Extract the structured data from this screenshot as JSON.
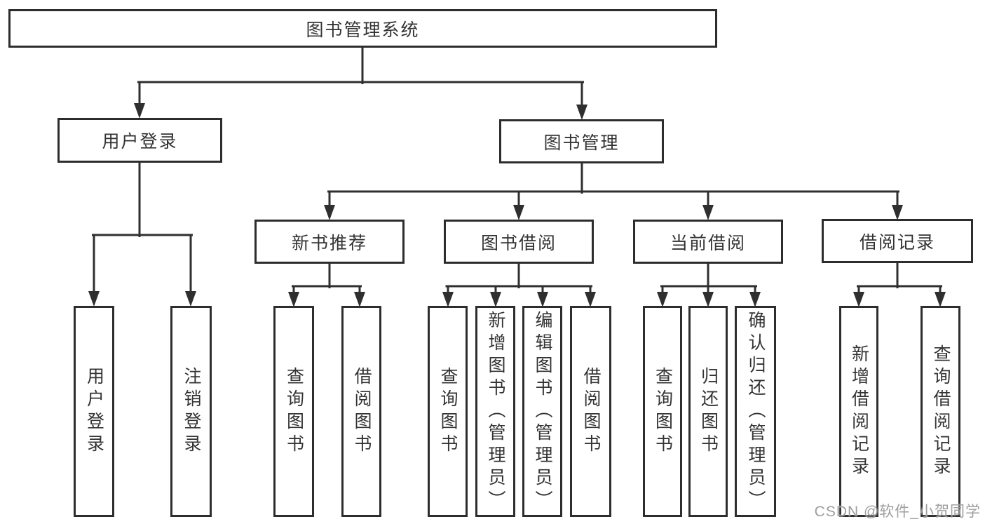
{
  "diagram_type": "hierarchy",
  "colors": {
    "line": "#2f2f2f",
    "box_border": "#2d2d2d",
    "box_background": "#ffffff",
    "text": "#333333",
    "watermark": "#969696"
  },
  "tree": {
    "label": "图书管理系统",
    "children": [
      {
        "label": "用户登录",
        "children": [
          {
            "label": "用户登录"
          },
          {
            "label": "注销登录"
          }
        ]
      },
      {
        "label": "图书管理",
        "children": [
          {
            "label": "新书推荐",
            "children": [
              {
                "label": "查询图书"
              },
              {
                "label": "借阅图书"
              }
            ]
          },
          {
            "label": "图书借阅",
            "children": [
              {
                "label": "查询图书"
              },
              {
                "label": "新增图书（管理员）"
              },
              {
                "label": "编辑图书（管理员）"
              },
              {
                "label": "借阅图书"
              }
            ]
          },
          {
            "label": "当前借阅",
            "children": [
              {
                "label": "查询图书"
              },
              {
                "label": "归还图书"
              },
              {
                "label": "确认归还（管理员）"
              }
            ]
          },
          {
            "label": "借阅记录",
            "children": [
              {
                "label": "新增借阅记录"
              },
              {
                "label": "查询借阅记录"
              }
            ]
          }
        ]
      }
    ]
  },
  "watermark": {
    "text": "CSDN @软件_小贺同学"
  }
}
